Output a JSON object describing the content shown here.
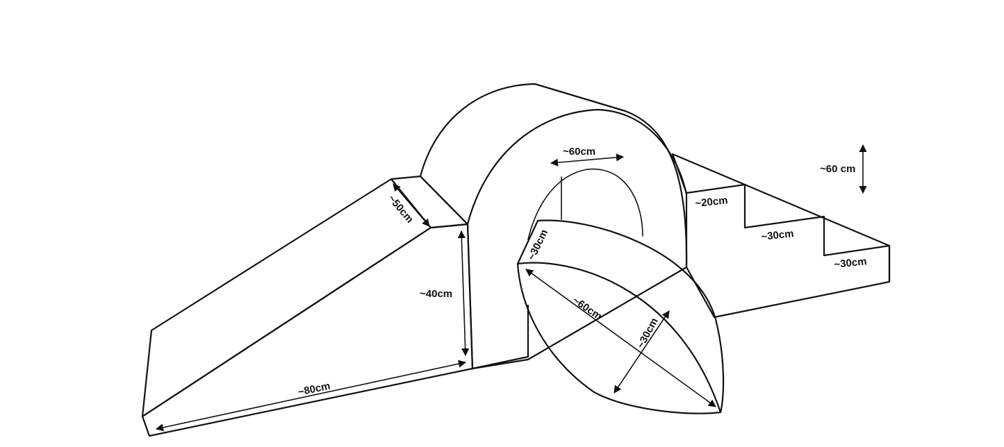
{
  "dimensions": {
    "ramp_length": "~80cm",
    "ramp_height": "~40cm",
    "ramp_width": "~50cm",
    "tunnel_width": "~60cm",
    "half_cylinder_length": "~60cm",
    "half_cylinder_width": "~30cm",
    "half_cylinder_depth": "~30cm",
    "step_height_top": "~20cm",
    "step_tread_middle": "~30cm",
    "step_tread_bottom": "~30cm",
    "stair_total_height": "~60 cm"
  },
  "colors": {
    "stroke": "#111111",
    "background": "#ffffff"
  }
}
